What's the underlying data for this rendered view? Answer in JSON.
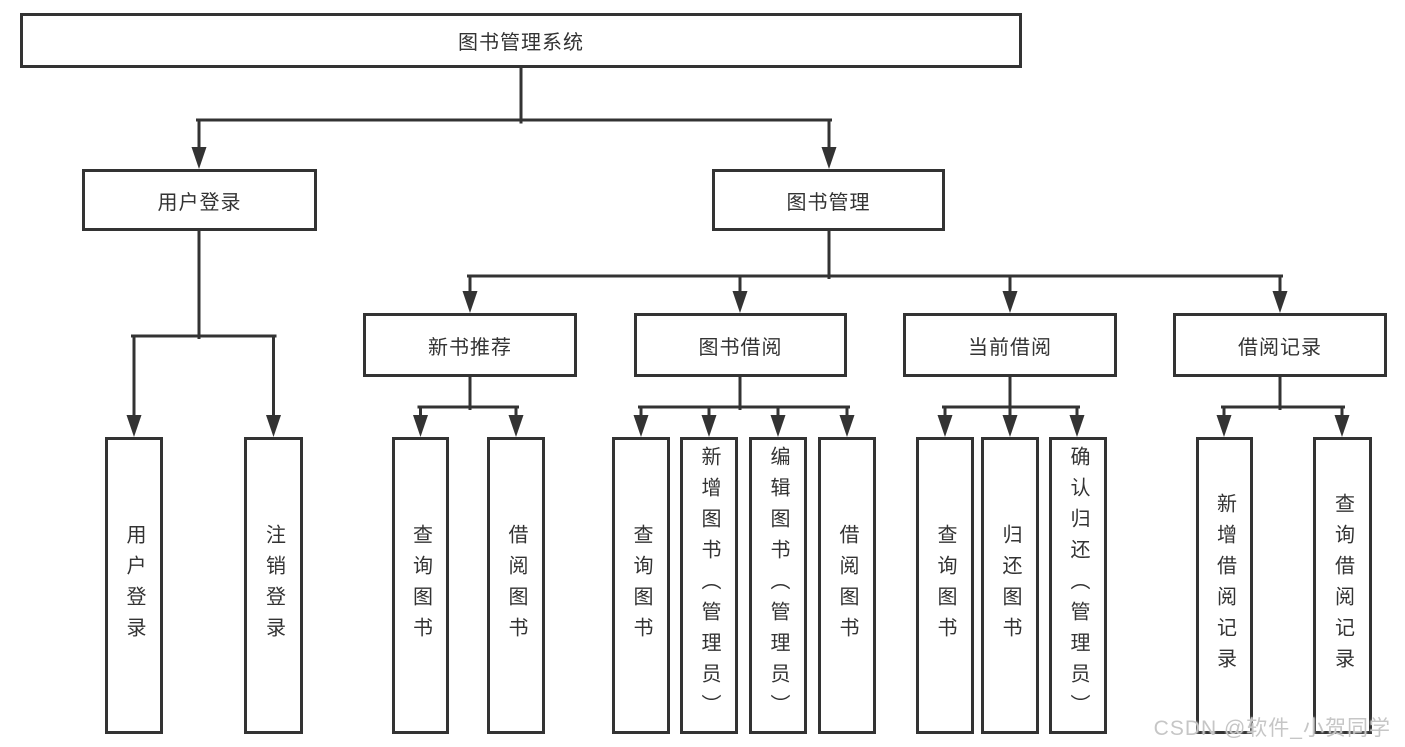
{
  "colors": {
    "line": "#333333",
    "box_border": "#333333",
    "box_background": "#ffffff",
    "text": "#333333",
    "watermark": "#c6c6c6",
    "background": "#ffffff"
  },
  "watermark": {
    "text": "CSDN @软件_小贺同学"
  },
  "tree": {
    "root": {
      "label": "图书管理系统",
      "children": [
        {
          "label": "用户登录",
          "children": [
            {
              "label": "用户登录"
            },
            {
              "label": "注销登录"
            }
          ]
        },
        {
          "label": "图书管理",
          "children": [
            {
              "label": "新书推荐",
              "children": [
                {
                  "label": "查询图书"
                },
                {
                  "label": "借阅图书"
                }
              ]
            },
            {
              "label": "图书借阅",
              "children": [
                {
                  "label": "查询图书"
                },
                {
                  "label": "新增图书（管理员）"
                },
                {
                  "label": "编辑图书（管理员）"
                },
                {
                  "label": "借阅图书"
                }
              ]
            },
            {
              "label": "当前借阅",
              "children": [
                {
                  "label": "查询图书"
                },
                {
                  "label": "归还图书"
                },
                {
                  "label": "确认归还（管理员）"
                }
              ]
            },
            {
              "label": "借阅记录",
              "children": [
                {
                  "label": "新增借阅记录"
                },
                {
                  "label": "查询借阅记录"
                }
              ]
            }
          ]
        }
      ]
    }
  }
}
